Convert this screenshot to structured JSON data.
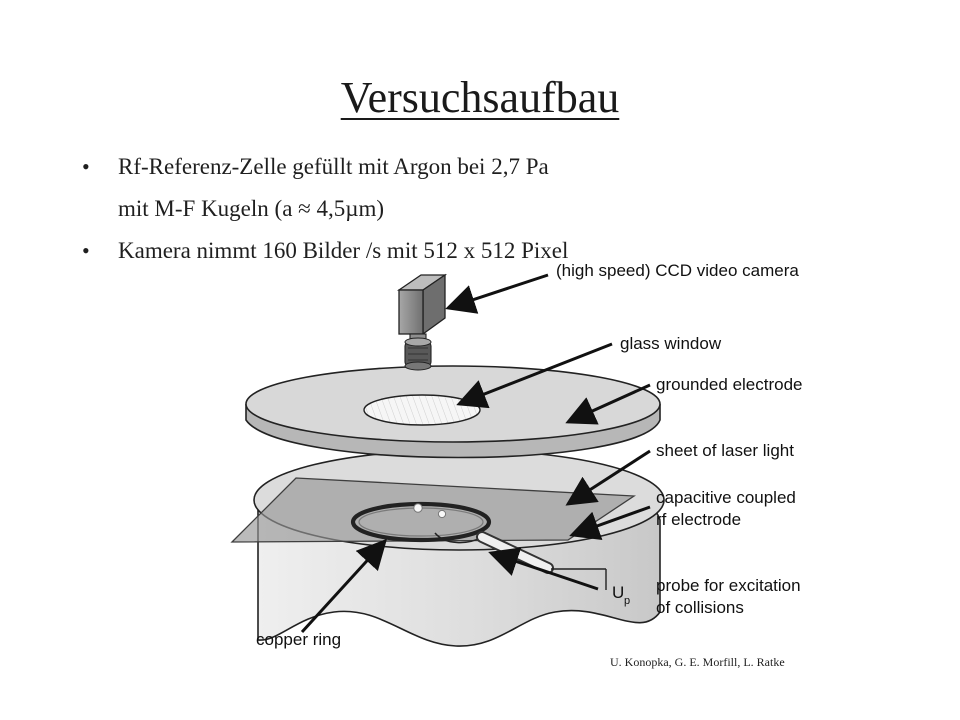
{
  "slide": {
    "title": "Versuchsaufbau",
    "bullets": [
      {
        "marker": "•",
        "line1": "Rf-Referenz-Zelle gefüllt mit Argon bei 2,7 Pa",
        "line2": "mit M-F Kugeln (a ≈ 4,5µm)"
      },
      {
        "marker": "•",
        "line1": "Kamera nimmt 160 Bilder /s mit 512 x 512 Pixel"
      }
    ],
    "credit": "U. Konopka, G. E. Morfill, L. Ratke"
  },
  "diagram": {
    "labels": {
      "camera": "(high speed) CCD video camera",
      "glass_window": "glass window",
      "grounded_electrode": "grounded electrode",
      "laser_sheet": "sheet of laser light",
      "rf_electrode_line1": "capacitive coupled",
      "rf_electrode_line2": "rf electrode",
      "probe_line1": "probe for excitation",
      "probe_line2": "of collisions",
      "copper_ring": "copper ring",
      "voltage_main": "U",
      "voltage_sub": "p"
    },
    "colors": {
      "electrode_top": "#d7d7d7",
      "electrode_side": "#b9b9b9",
      "laser_sheet": "#8f8f8f",
      "base_body": "#e4e4e4",
      "camera_body": "#8a8a8a",
      "outline": "#1a1a1a"
    }
  }
}
